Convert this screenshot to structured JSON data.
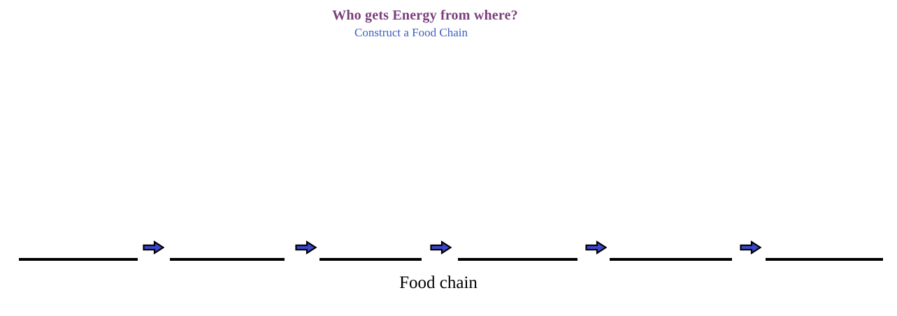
{
  "page": {
    "background_color": "#ffffff"
  },
  "header": {
    "title": "Who gets Energy from where?",
    "title_color": "#7b3f7c",
    "subtitle": "Construct a Food Chain",
    "subtitle_color": "#3e5ec1"
  },
  "food_chain": {
    "label": "Food chain",
    "label_color": "#000000",
    "blank_count": 6,
    "arrow_count": 5,
    "arrow_icon": "right-block-arrow-icon",
    "arrow_fill": "#3b46c8",
    "arrow_outline": "#000000",
    "blank_color": "#000000"
  }
}
